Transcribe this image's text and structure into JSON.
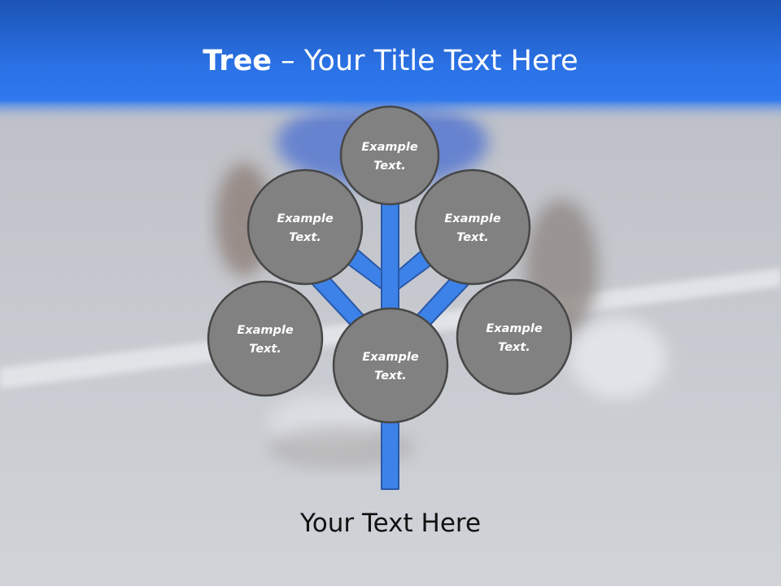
{
  "title": {
    "bold": "Tree",
    "rest": " – Your Title Text Here"
  },
  "nodes": [
    {
      "line1": "Example",
      "line2": "Text."
    },
    {
      "line1": "Example",
      "line2": "Text."
    },
    {
      "line1": "Example",
      "line2": "Text."
    },
    {
      "line1": "Example",
      "line2": "Text."
    },
    {
      "line1": "Example",
      "line2": "Text."
    },
    {
      "line1": "Example",
      "line2": "Text."
    }
  ],
  "footer": "Your Text Here",
  "colors": {
    "title_bar": "#2a6fe0",
    "branch": "#3d82e8",
    "node_fill": "#818181",
    "node_stroke": "#474747"
  }
}
